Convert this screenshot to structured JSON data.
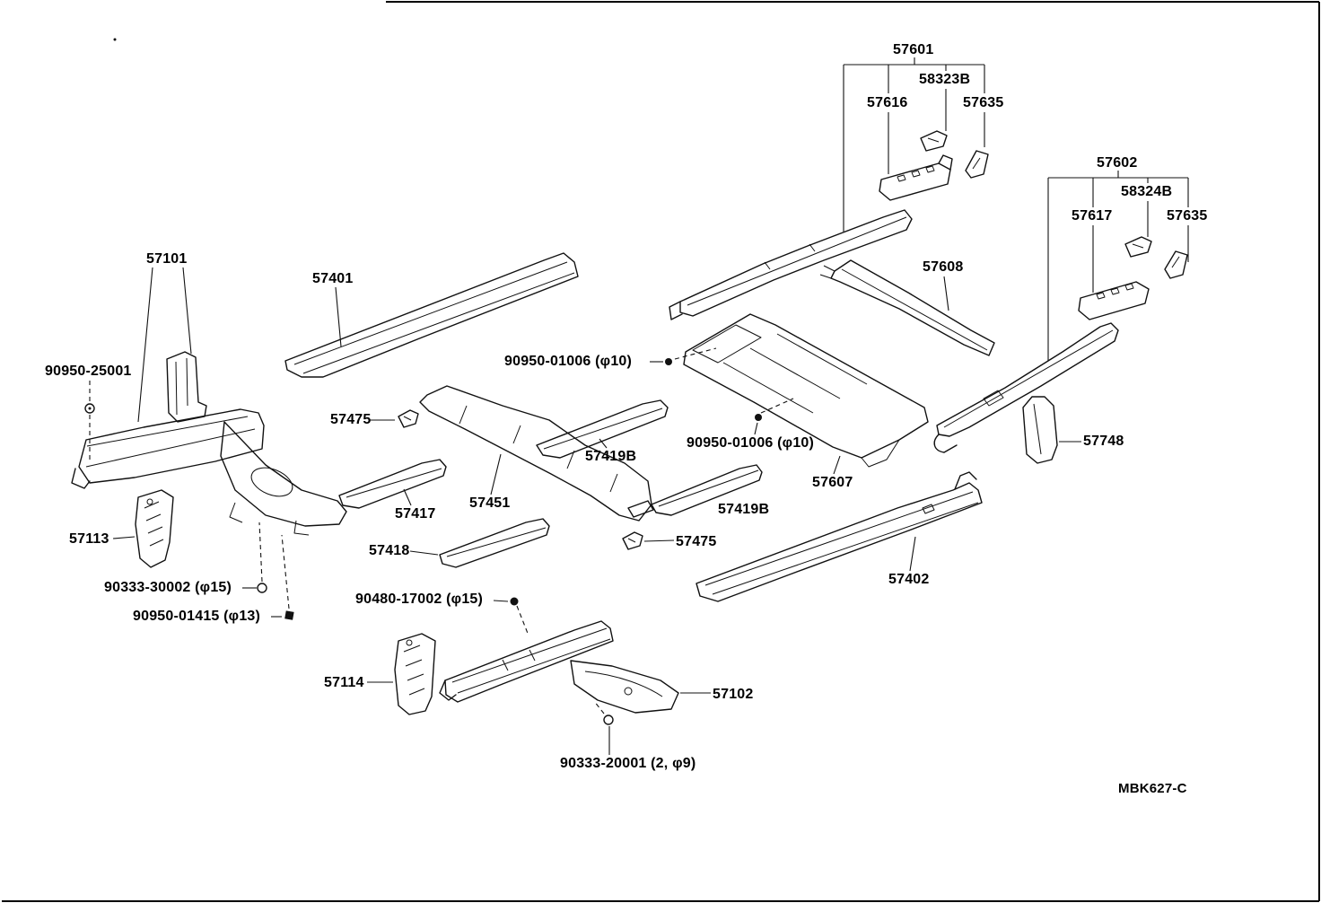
{
  "code": "MBK627-C",
  "labels": [
    {
      "part": "57601",
      "text": "57601"
    },
    {
      "part": "58323B",
      "text": "58323B"
    },
    {
      "part": "57616",
      "text": "57616"
    },
    {
      "part": "57635",
      "text": "57635"
    },
    {
      "part": "57602",
      "text": "57602"
    },
    {
      "part": "58324B",
      "text": "58324B"
    },
    {
      "part": "57617",
      "text": "57617"
    },
    {
      "part": "57635",
      "text": "57635"
    },
    {
      "part": "57101",
      "text": "57101"
    },
    {
      "part": "57401",
      "text": "57401"
    },
    {
      "part": "57608",
      "text": "57608"
    },
    {
      "part": "90950-25001",
      "text": "90950-25001"
    },
    {
      "part": "90950-01006",
      "text": "90950-01006 (φ10)"
    },
    {
      "part": "57475",
      "text": "57475"
    },
    {
      "part": "57419B",
      "text": "57419B"
    },
    {
      "part": "90950-01006",
      "text": "90950-01006 (φ10)"
    },
    {
      "part": "57748",
      "text": "57748"
    },
    {
      "part": "57607",
      "text": "57607"
    },
    {
      "part": "57417",
      "text": "57417"
    },
    {
      "part": "57451",
      "text": "57451"
    },
    {
      "part": "57419B",
      "text": "57419B"
    },
    {
      "part": "57113",
      "text": "57113"
    },
    {
      "part": "57475",
      "text": "57475"
    },
    {
      "part": "57418",
      "text": "57418"
    },
    {
      "part": "57402",
      "text": "57402"
    },
    {
      "part": "90333-30002",
      "text": "90333-30002 (φ15)"
    },
    {
      "part": "90480-17002",
      "text": "90480-17002 (φ15)"
    },
    {
      "part": "90950-01415",
      "text": "90950-01415 (φ13)"
    },
    {
      "part": "57114",
      "text": "57114"
    },
    {
      "part": "57102",
      "text": "57102"
    },
    {
      "part": "90333-20001",
      "text": "90333-20001 (2, φ9)"
    }
  ]
}
